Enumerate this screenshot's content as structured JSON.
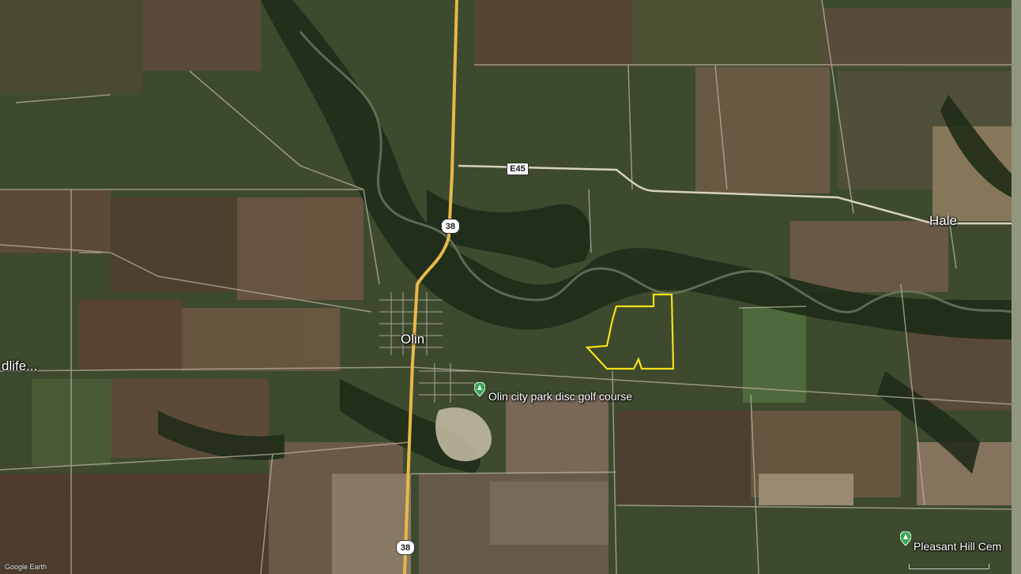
{
  "map": {
    "view": "satellite",
    "places": {
      "olin": "Olin",
      "hale": "Hale",
      "wildlife_partial": "dlife..."
    },
    "pois": {
      "disc_golf": "Olin city park disc golf course",
      "pleasant_hill": "Pleasant Hill Cem"
    },
    "route_shields": {
      "hwy38_north": "38",
      "hwy38_south": "38",
      "e45": "E45"
    },
    "credit": "Google Earth",
    "highlight_color": "#f5e21a",
    "road_color": "#e8b84a",
    "poi_pin_color": "#34a853"
  }
}
